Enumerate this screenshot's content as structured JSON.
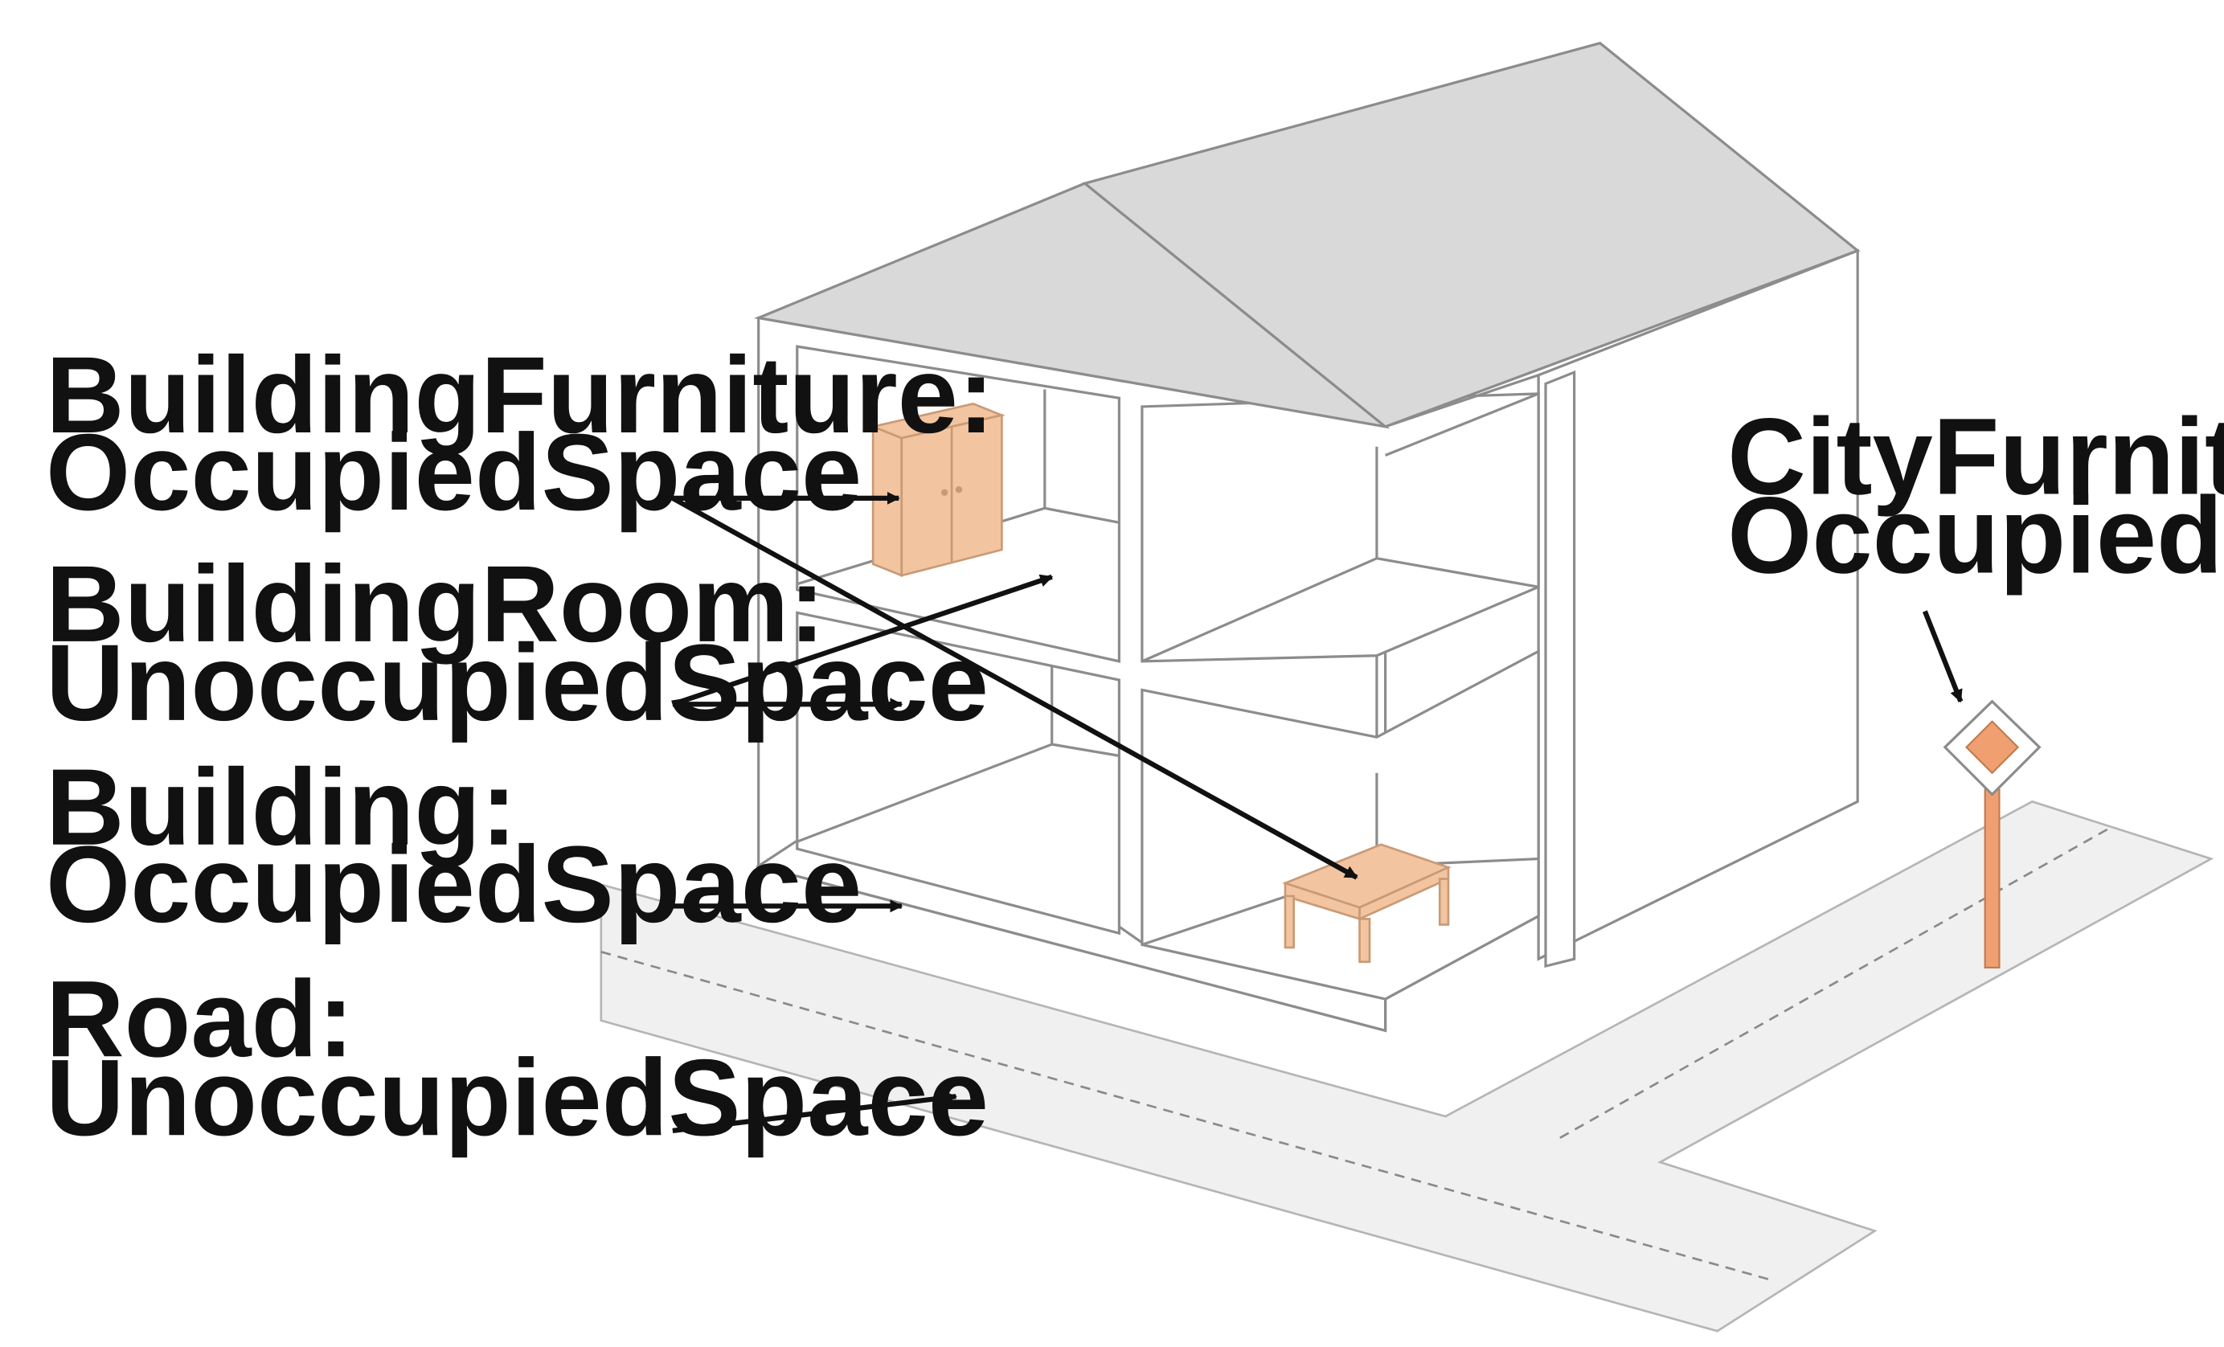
{
  "labels": {
    "building_furniture": {
      "line1": "BuildingFurniture:",
      "line2": "OccupiedSpace"
    },
    "building_room": {
      "line1": "BuildingRoom:",
      "line2": "UnoccupiedSpace"
    },
    "building": {
      "line1": "Building:",
      "line2": "OccupiedSpace"
    },
    "road": {
      "line1": "Road:",
      "line2": "UnoccupiedSpace"
    },
    "city_furniture": {
      "line1": "CityFurniture:",
      "line2": "OccupiedSpace"
    }
  },
  "colors": {
    "roof": "#d9d9d9",
    "road": "#f0f0f0",
    "furniture": "#f2c4a0",
    "furniture_stroke": "#c99a76",
    "sign_diamond": "#f0a070",
    "outline": "#8c8c8c",
    "arrow": "#111111"
  },
  "icons": {
    "wardrobe": "wardrobe-icon",
    "table": "table-icon",
    "road_sign": "road-sign-icon"
  }
}
